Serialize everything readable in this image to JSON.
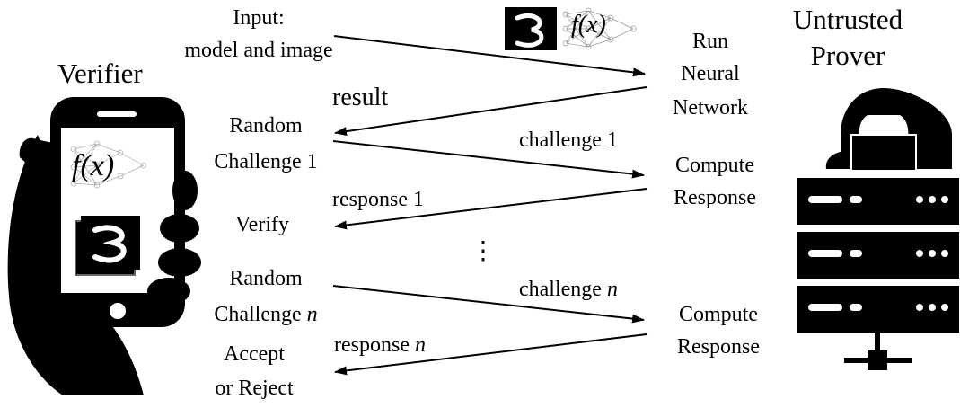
{
  "verifier": {
    "title": "Verifier",
    "input_line1": "Input:",
    "input_line2": "model and image",
    "result_label": "result",
    "step1_line1": "Random",
    "step1_line2": "Challenge 1",
    "verify_label": "Verify",
    "stepn_line1": "Random",
    "stepn_line2_text": "Challenge ",
    "stepn_line2_var": "n",
    "final_line1": "Accept",
    "final_line2": "or Reject",
    "phone_formula": "f(x)",
    "phone_digit": "3"
  },
  "prover": {
    "title_line1": "Untrusted",
    "title_line2": "Prover",
    "run_line1": "Run",
    "run_line2": "Neural",
    "run_line3": "Network",
    "compute1_line1": "Compute",
    "compute1_line2": "Response",
    "computen_line1": "Compute",
    "computen_line2": "Response"
  },
  "messages": {
    "challenge1": "challenge 1",
    "response1": "response 1",
    "challengen_text": "challenge ",
    "challengen_var": "n",
    "responsen_text": "response ",
    "responsen_var": "n",
    "ellipsis": "⋮"
  },
  "top_icons": {
    "digit": "3",
    "formula": "f(x)"
  }
}
